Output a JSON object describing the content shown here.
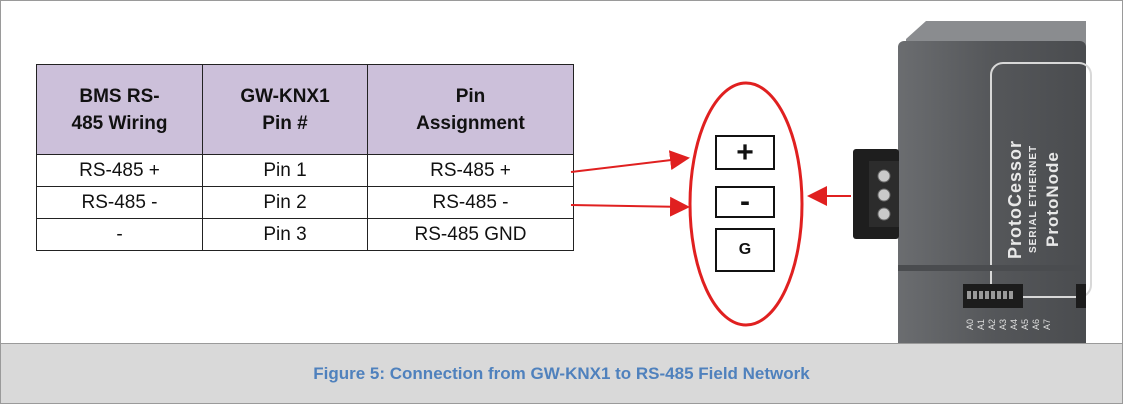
{
  "table": {
    "headers": [
      "BMS RS-\n485 Wiring",
      "GW-KNX1\nPin #",
      "Pin\nAssignment"
    ],
    "rows": [
      [
        "RS-485 +",
        "Pin 1",
        "RS-485 +"
      ],
      [
        "RS-485 -",
        "Pin 2",
        "RS-485 -"
      ],
      [
        "-",
        "Pin 3",
        "RS-485 GND"
      ]
    ]
  },
  "connector": {
    "terminals": [
      "+",
      "-",
      "G"
    ]
  },
  "device": {
    "brand": "ProtoCessor",
    "subtitle": "SERIAL ETHERNET",
    "model": "ProtoNode",
    "dip_labels": [
      "A0",
      "A1",
      "A2",
      "A3",
      "A4",
      "A5",
      "A6",
      "A7"
    ]
  },
  "caption": "Figure 5: Connection from GW-KNX1 to RS-485 Field Network",
  "colors": {
    "header_bg": "#ccc0da",
    "arrow": "#e02020",
    "highlight_ellipse": "#e02020",
    "caption_text": "#4f81bd",
    "device_body": "#5b5d60"
  }
}
